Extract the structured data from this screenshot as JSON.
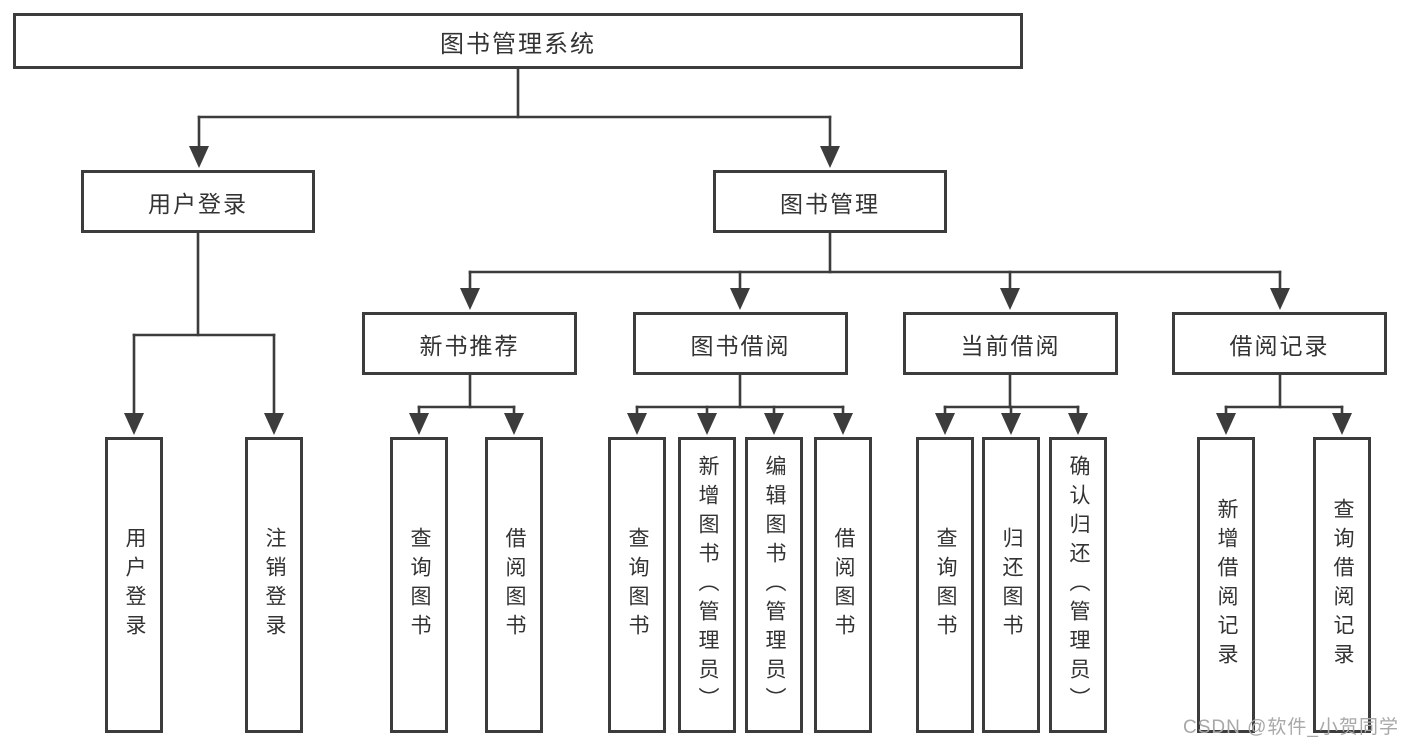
{
  "diagram": {
    "root": "图书管理系统",
    "level1": [
      "用户登录",
      "图书管理"
    ],
    "level2": [
      "新书推荐",
      "图书借阅",
      "当前借阅",
      "借阅记录"
    ],
    "leaves_user_login": [
      "用户登录",
      "注销登录"
    ],
    "leaves_new_books": [
      "查询图书",
      "借阅图书"
    ],
    "leaves_book_borrow": [
      "查询图书",
      "新增图书（管理员）",
      "编辑图书（管理员）",
      "借阅图书"
    ],
    "leaves_current_borrow": [
      "查询图书",
      "归还图书",
      "确认归还（管理员）"
    ],
    "leaves_borrow_records": [
      "新增借阅记录",
      "查询借阅记录"
    ]
  },
  "watermark": "CSDN @软件_小贺同学",
  "colors": {
    "line": "#3c3c3c",
    "text": "#333333",
    "watermark": "#a8a8a8",
    "background": "#ffffff"
  }
}
